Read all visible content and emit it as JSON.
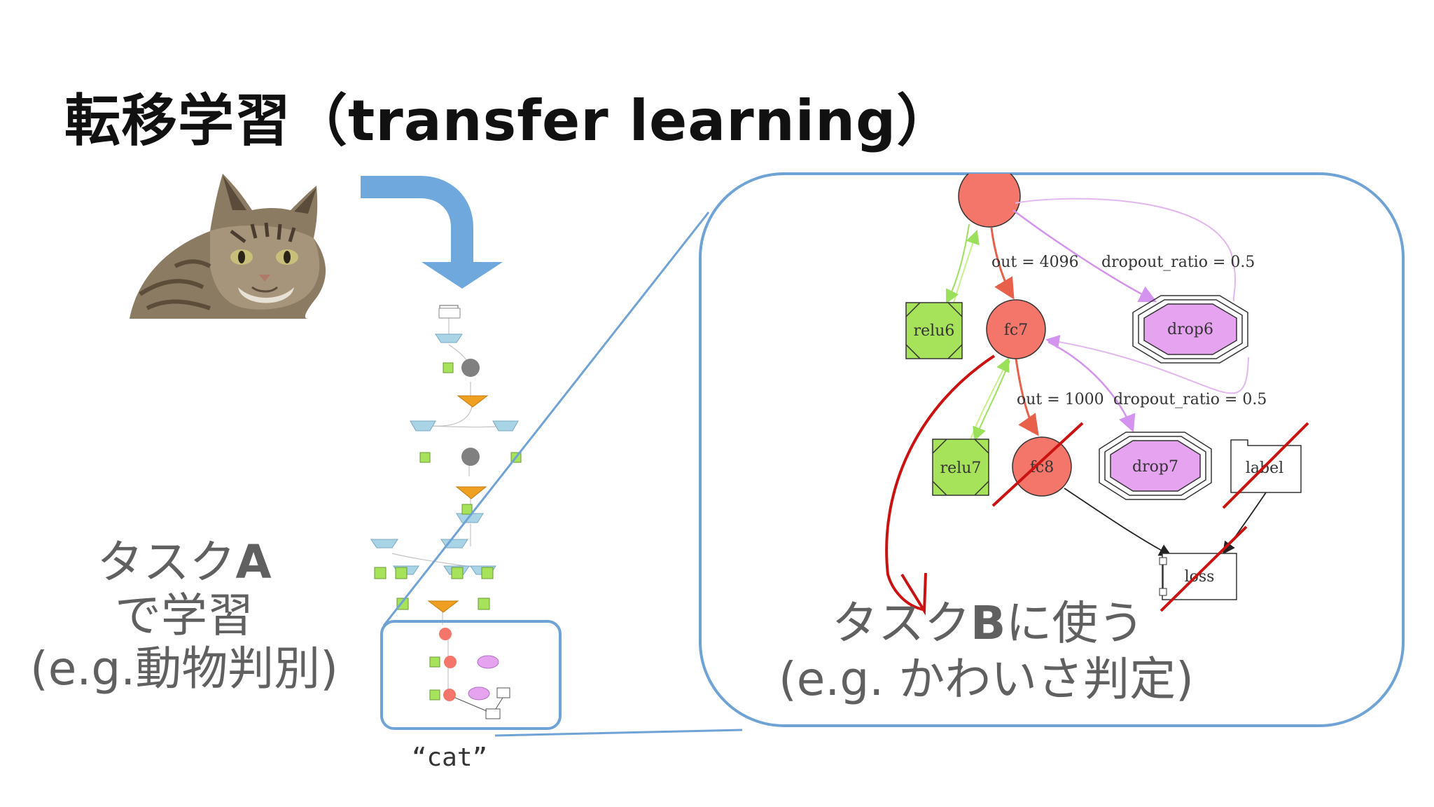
{
  "slide": {
    "title": "転移学習（transfer learning）"
  },
  "task_a": {
    "line1_prefix": "タスク",
    "line1_bold": "A",
    "line2": "で学習",
    "line3": "(e.g.動物判別)"
  },
  "task_b": {
    "line1_prefix": "タスク",
    "line1_bold": "B",
    "line1_suffix": "に使う",
    "line2": "(e.g. かわいさ判定)"
  },
  "output_label": "“cat”",
  "zoom_graph": {
    "nodes": {
      "relu6": "relu6",
      "fc7": "fc7",
      "drop6": "drop6",
      "relu7": "relu7",
      "fc8": "fc8",
      "drop7": "drop7",
      "label": "label",
      "loss": "loss"
    },
    "edge_labels": {
      "out_4096": "out = 4096",
      "dropout_1": "dropout_ratio = 0.5",
      "out_1000": "out = 1000",
      "dropout_2": "dropout_ratio = 0.5"
    }
  },
  "colors": {
    "frame_blue": "#6fa3d6",
    "arrow_blue": "#6fa8dc",
    "fc_red": "#f4766a",
    "relu_green": "#a6e35a",
    "drop_violet": "#e6a3f0",
    "cross_red": "#cc1111",
    "mini_blue": "#a8d4e6",
    "mini_orange": "#f0a020",
    "mini_grey": "#808080"
  }
}
